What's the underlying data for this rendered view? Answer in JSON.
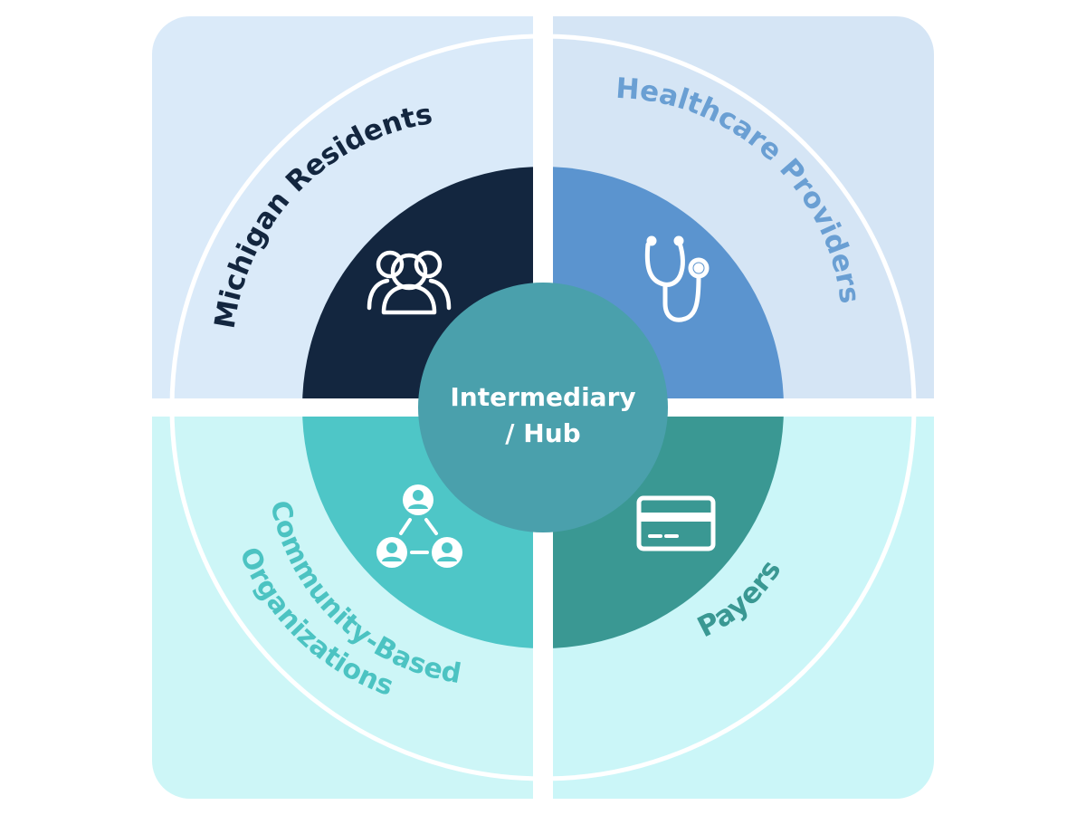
{
  "hub": {
    "line1": "Intermediary",
    "line2": "/ Hub"
  },
  "quadrants": {
    "top_left": {
      "label": "Michigan Residents",
      "icon": "people-group-icon",
      "inner_color": "#13263f",
      "outer_color": "#daeaf9",
      "label_color": "#13263f"
    },
    "top_right": {
      "label": "Healthcare Providers",
      "icon": "stethoscope-icon",
      "inner_color": "#5b94cf",
      "outer_color": "#d5e5f5",
      "label_color": "#6a9fd3"
    },
    "bottom_left": {
      "label_line1": "Community-Based",
      "label_line2": "Organizations",
      "icon": "network-people-icon",
      "inner_color": "#4ec6c7",
      "outer_color": "#cdf6f7",
      "label_color": "#4cc3c2"
    },
    "bottom_right": {
      "label": "Payers",
      "icon": "credit-card-icon",
      "inner_color": "#3a9893",
      "outer_color": "#cbf6f8",
      "label_color": "#3a9893"
    }
  },
  "hub_color": "#4aa0ac"
}
